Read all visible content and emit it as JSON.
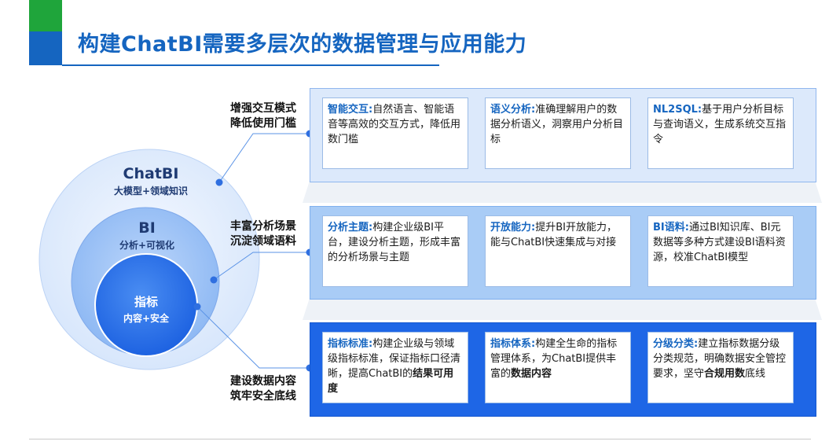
{
  "header": {
    "title": "构建ChatBI需要多层次的数据管理与应用能力"
  },
  "colors": {
    "brand_blue": "#1565c0",
    "accent_green": "#1fa53b",
    "band_light": "#dce9fb",
    "band_mid": "#a9ccf6",
    "band_dark": "#1e66e6"
  },
  "circles": {
    "outer": {
      "title": "ChatBI",
      "subtitle": "大模型+领域知识"
    },
    "middle": {
      "title": "BI",
      "subtitle": "分析+可视化"
    },
    "inner": {
      "title": "指标",
      "subtitle": "内容+安全"
    }
  },
  "side_labels": [
    {
      "line1": "增强交互模式",
      "line2": "降低使用门槛"
    },
    {
      "line1": "丰富分析场景",
      "line2": "沉淀领域语料"
    },
    {
      "line1": "建设数据内容",
      "line2": "筑牢安全底线"
    }
  ],
  "bands": [
    {
      "cards": [
        {
          "heading": "智能交互:",
          "text": "自然语言、智能语音等高效的交互方式，降低用数门槛",
          "bold": "",
          "tail": ""
        },
        {
          "heading": "语义分析:",
          "text": "准确理解用户的数据分析语义，洞察用户分析目标",
          "bold": "",
          "tail": ""
        },
        {
          "heading": "NL2SQL:",
          "text": "基于用户分析目标与查询语义，生成系统交互指令",
          "bold": "",
          "tail": ""
        }
      ]
    },
    {
      "cards": [
        {
          "heading": "分析主题:",
          "text": "构建企业级BI平台，建设分析主题，形成丰富的分析场景与主题",
          "bold": "",
          "tail": ""
        },
        {
          "heading": "开放能力:",
          "text": "提升BI开放能力，能与ChatBI快速集成与对接",
          "bold": "",
          "tail": ""
        },
        {
          "heading": "BI语料:",
          "text": "通过BI知识库、BI元数据等多种方式建设BI语料资源，校准ChatBI模型",
          "bold": "",
          "tail": ""
        }
      ]
    },
    {
      "cards": [
        {
          "heading": "指标标准:",
          "text": "构建企业级与领域级指标标准，保证指标口径清晰，提高ChatBI的",
          "bold": "结果可用度",
          "tail": ""
        },
        {
          "heading": "指标体系:",
          "text": "构建全生命的指标管理体系，为ChatBI提供丰富的",
          "bold": "数据内容",
          "tail": ""
        },
        {
          "heading": "分级分类:",
          "text": "建立指标数据分级分类规范，明确数据安全管控要求，坚守",
          "bold": "合规用数",
          "tail": "底线"
        }
      ]
    }
  ]
}
